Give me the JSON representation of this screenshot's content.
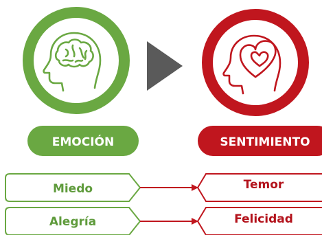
{
  "colors": {
    "green": "#6aa842",
    "green_text": "#5f9b3c",
    "red": "#c0161e",
    "red_text": "#b3121b",
    "arrow_grey": "#5a5a5a",
    "white": "#ffffff"
  },
  "left": {
    "icon": "brain-head-icon",
    "heading": "EMOCIÓN",
    "items": [
      "Miedo",
      "Alegría"
    ]
  },
  "right": {
    "icon": "heart-head-icon",
    "heading": "SENTIMIENTO",
    "items": [
      "Temor",
      "Felicidad"
    ]
  },
  "center_arrow_icon": "play-triangle-icon"
}
